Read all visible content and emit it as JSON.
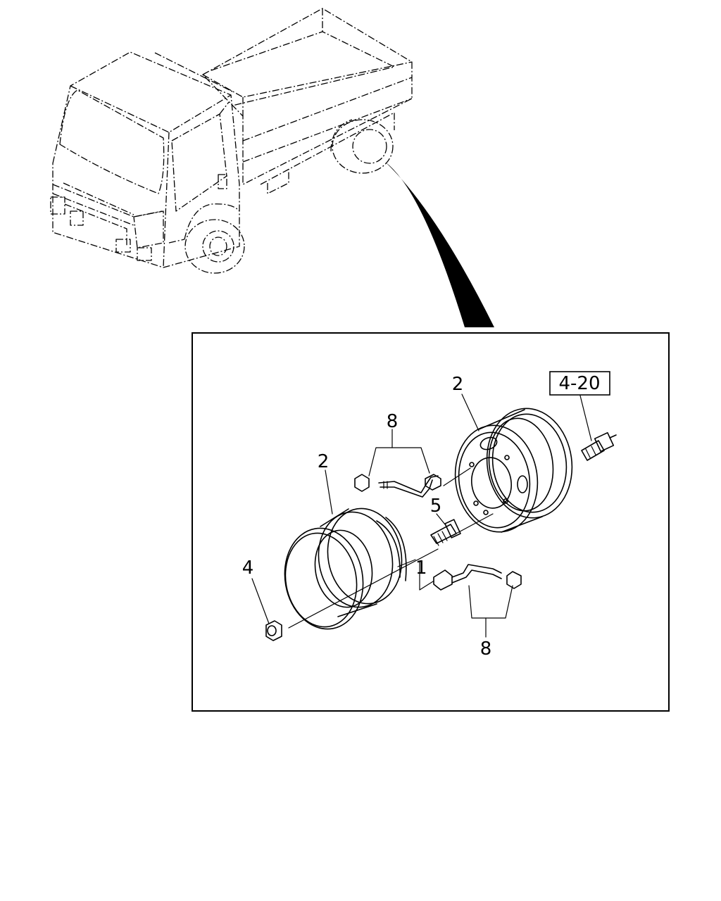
{
  "callouts": {
    "part_1": "1",
    "part_2_rear": "2",
    "part_2_front": "2",
    "part_4": "4",
    "part_5": "5",
    "part_8_top": "8",
    "part_8_bottom": "8"
  },
  "reference_box": "4-20",
  "icons": [
    "truck-illustration",
    "pointer-arrow",
    "wheel-rim-icon",
    "wheel-nut-icon",
    "hub-bolt-icon",
    "valve-extension-icon",
    "cap-nut-icon"
  ]
}
